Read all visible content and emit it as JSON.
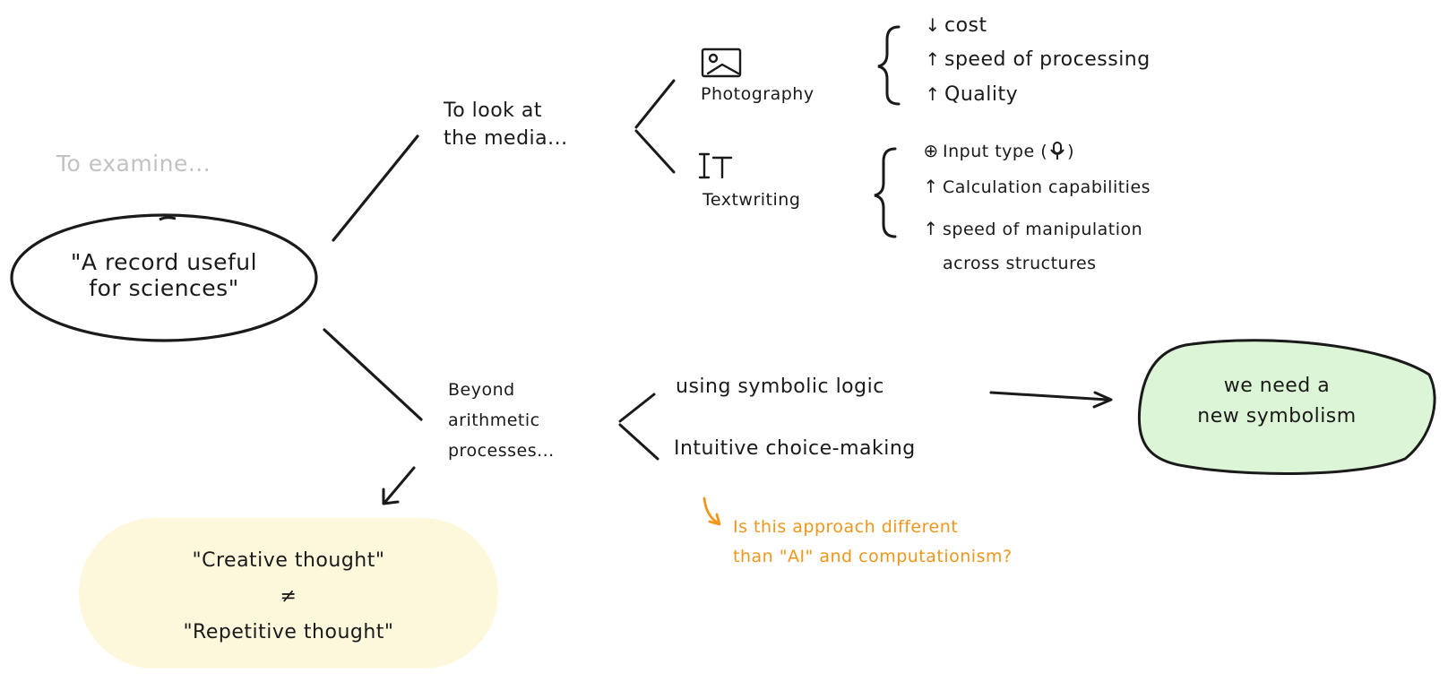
{
  "heading": "To examine...",
  "root": {
    "line1": "\"A record useful",
    "line2": "for sciences\""
  },
  "media_branch": {
    "label_line1": "To look at",
    "label_line2": "the media...",
    "photography": {
      "label": "Photography",
      "icon": "image-icon",
      "items": [
        {
          "icon": "arrow-down-icon",
          "text": "cost"
        },
        {
          "icon": "arrow-up-icon",
          "text": "speed of processing"
        },
        {
          "icon": "arrow-up-icon",
          "text": "Quality"
        }
      ]
    },
    "textwriting": {
      "label": "Textwriting",
      "icon": "text-cursor-icon",
      "items": [
        {
          "icon": "plus-circle-icon",
          "text": "Input type (",
          "text_end": ")",
          "inline_icon": "microphone-icon"
        },
        {
          "icon": "arrow-up-icon",
          "text": "Calculation capabilities"
        },
        {
          "icon": "arrow-up-icon",
          "text": "speed of manipulation",
          "text2": "across structures"
        }
      ]
    }
  },
  "arithmetic_branch": {
    "label_line1": "Beyond",
    "label_line2": "arithmetic",
    "label_line3": "processes...",
    "option_symbolic": "using symbolic logic",
    "option_intuitive": "Intuitive choice-making",
    "result": {
      "line1": "we need a",
      "line2": "new symbolism"
    },
    "question": {
      "line1": "Is this approach different",
      "line2": "than \"AI\" and computationism?"
    }
  },
  "creative_box": {
    "line1": "\"Creative thought\"",
    "line2": "≠",
    "line3": "\"Repetitive thought\""
  },
  "colors": {
    "ink": "#1a1a1a",
    "muted": "#c2c2c2",
    "accent_orange": "#f0961c",
    "green_fill": "#dcf5d6",
    "yellow_fill": "#fdf8dc"
  }
}
